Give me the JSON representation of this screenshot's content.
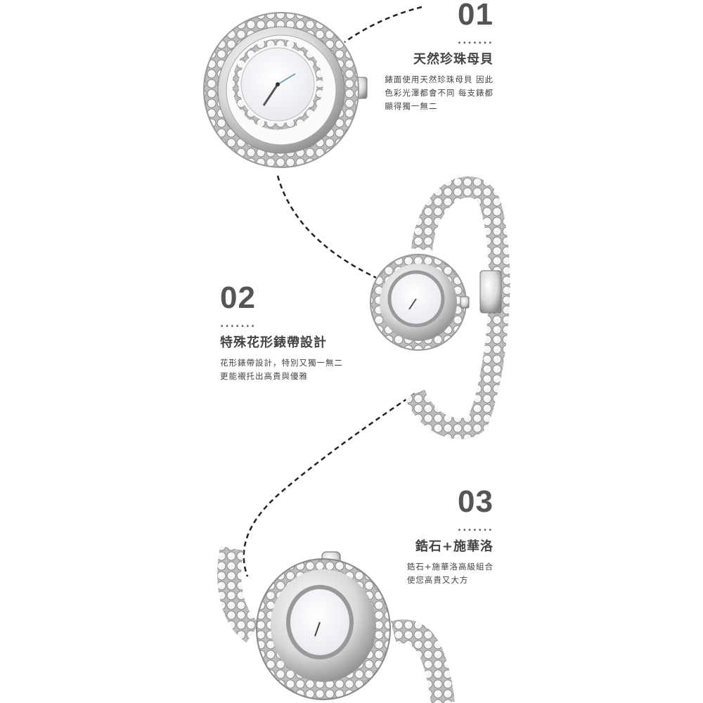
{
  "features": [
    {
      "number": "01",
      "dots": ".......",
      "title": "天然珍珠母貝",
      "body": [
        "錶面使用天然珍珠母貝 因此",
        "色彩光澤都會不同 每支錶都",
        "顯得獨一無二"
      ]
    },
    {
      "number": "02",
      "dots": ".......",
      "title": "特殊花形錶帶設計",
      "body": [
        "花形錶帶設計，特別又獨一無二",
        "更能襯托出高貴與優雅"
      ]
    },
    {
      "number": "03",
      "dots": ".......",
      "title": "鋯石+施華洛",
      "body": [
        "鋯石+施華洛高級組合",
        "使您高貴又大方"
      ]
    }
  ],
  "colors": {
    "text": "#555555",
    "metal": "#c8c8c8",
    "dial": "#f4f4f6"
  }
}
